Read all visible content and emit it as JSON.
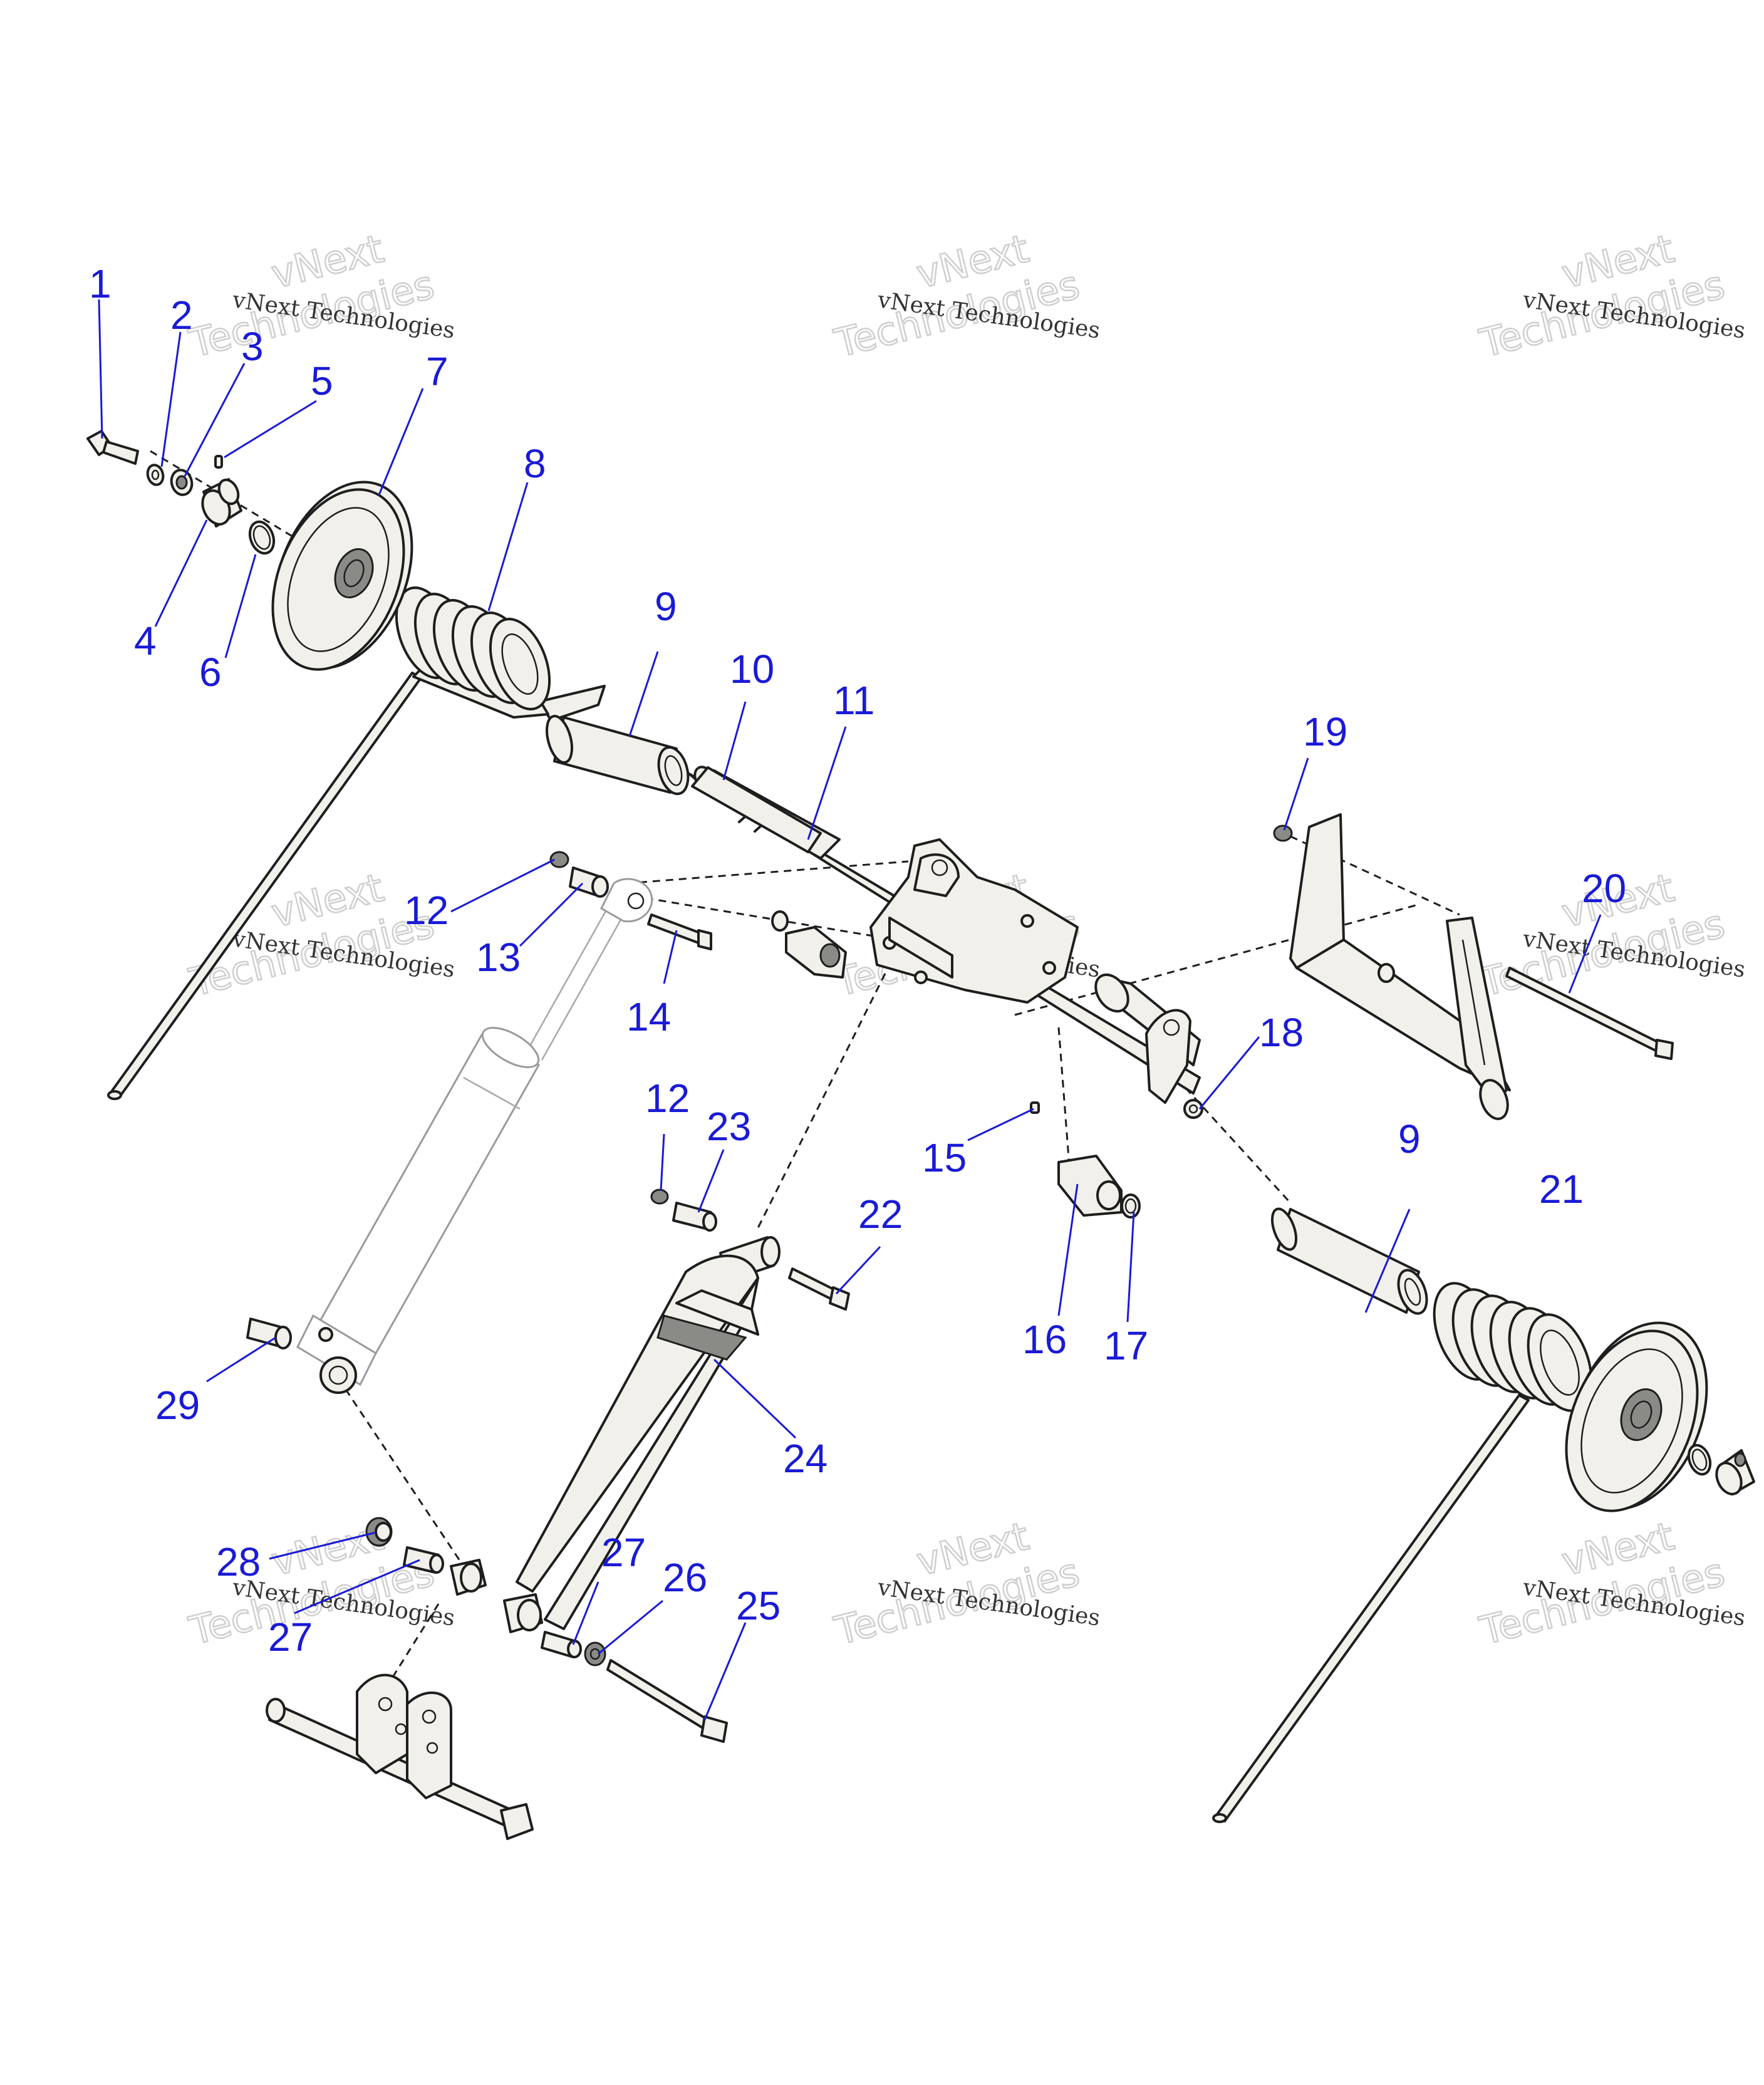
{
  "diagram": {
    "callouts": [
      "1",
      "2",
      "3",
      "4",
      "5",
      "6",
      "7",
      "8",
      "9",
      "10",
      "11",
      "12",
      "13",
      "14",
      "15",
      "16",
      "17",
      "18",
      "19",
      "20",
      "21",
      "22",
      "23",
      "24",
      "25",
      "26",
      "27",
      "28",
      "29"
    ],
    "duplicate_callouts": [
      "12",
      "9",
      "27"
    ],
    "watermark": {
      "line1": "vNext Technologies",
      "line2a": "vNext",
      "line2b": "Technologies"
    }
  }
}
